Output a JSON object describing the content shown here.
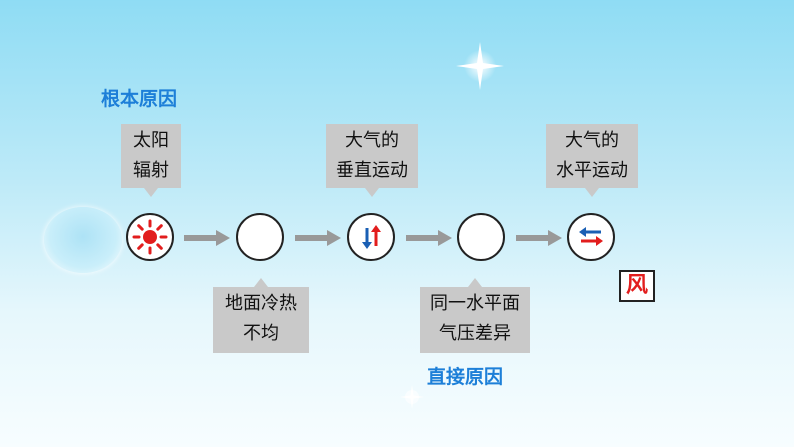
{
  "labels": {
    "root_cause": "根本原因",
    "direct_cause": "直接原因"
  },
  "callouts": {
    "solar": [
      "太阳",
      "辐射"
    ],
    "vertical": [
      "大气的",
      "垂直运动"
    ],
    "horizontal": [
      "大气的",
      "水平运动"
    ],
    "ground": [
      "地面冷热",
      "不均"
    ],
    "pressure": [
      "同一水平面",
      "气压差异"
    ]
  },
  "result": "风",
  "nodes": [
    {
      "id": "sun",
      "icon": "sun-icon"
    },
    {
      "id": "empty-1",
      "icon": "none"
    },
    {
      "id": "vertical",
      "icon": "vertical-arrows-icon"
    },
    {
      "id": "empty-2",
      "icon": "none"
    },
    {
      "id": "horizontal",
      "icon": "horizontal-arrows-icon"
    }
  ],
  "colors": {
    "blue_label": "#1d7fd8",
    "red": "#e21d1d",
    "arrow_blue": "#1a5fb4",
    "callout_bg": "#c9c9c9",
    "flow_arrow": "#999999"
  }
}
